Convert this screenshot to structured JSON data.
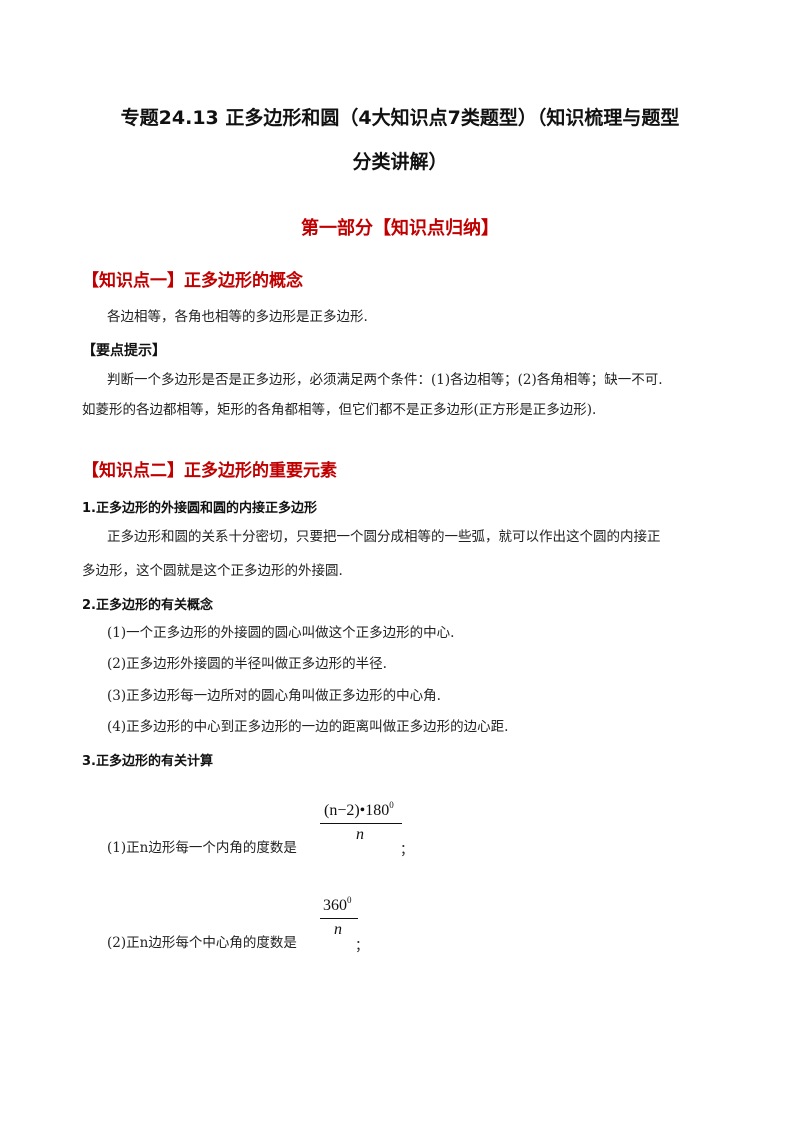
{
  "title": {
    "line1": "专题24.13 正多边形和圆（4大知识点7类题型）（知识梳理与题型",
    "line2": "分类讲解）"
  },
  "part1": {
    "heading": "第一部分【知识点归纳】"
  },
  "kp1": {
    "heading": "【知识点一】正多边形的概念",
    "definition": "各边相等，各角也相等的多边形是正多边形.",
    "tip_heading": "【要点提示】",
    "tip_line1": "判断一个多边形是否是正多边形，必须满足两个条件：(1)各边相等；(2)各角相等；缺一不可.",
    "tip_line2": "如菱形的各边都相等，矩形的各角都相等，但它们都不是正多边形(正方形是正多边形)."
  },
  "kp2": {
    "heading": "【知识点二】正多边形的重要元素",
    "s1_title": "1.正多边形的外接圆和圆的内接正多边形",
    "s1_line1": "正多边形和圆的关系十分密切，只要把一个圆分成相等的一些弧，就可以作出这个圆的内接正",
    "s1_line2": "多边形，这个圆就是这个正多边形的外接圆.",
    "s2_title": "2.正多边形的有关概念",
    "s2_items": [
      "(1)一个正多边形的外接圆的圆心叫做这个正多边形的中心.",
      "(2)正多边形外接圆的半径叫做正多边形的半径.",
      "(3)正多边形每一边所对的圆心角叫做正多边形的中心角.",
      "(4)正多边形的中心到正多边形的一边的距离叫做正多边形的边心距."
    ],
    "s3_title": "3.正多边形的有关计算",
    "calc1_text": "(1)正n边形每一个内角的度数是",
    "calc1_num": "(n−2)•180",
    "calc1_sup": "0",
    "calc1_den": "n",
    "calc1_end": "；",
    "calc2_text": "(2)正n边形每个中心角的度数是",
    "calc2_num": "360",
    "calc2_sup": "0",
    "calc2_den": "n",
    "calc2_end": "；"
  }
}
